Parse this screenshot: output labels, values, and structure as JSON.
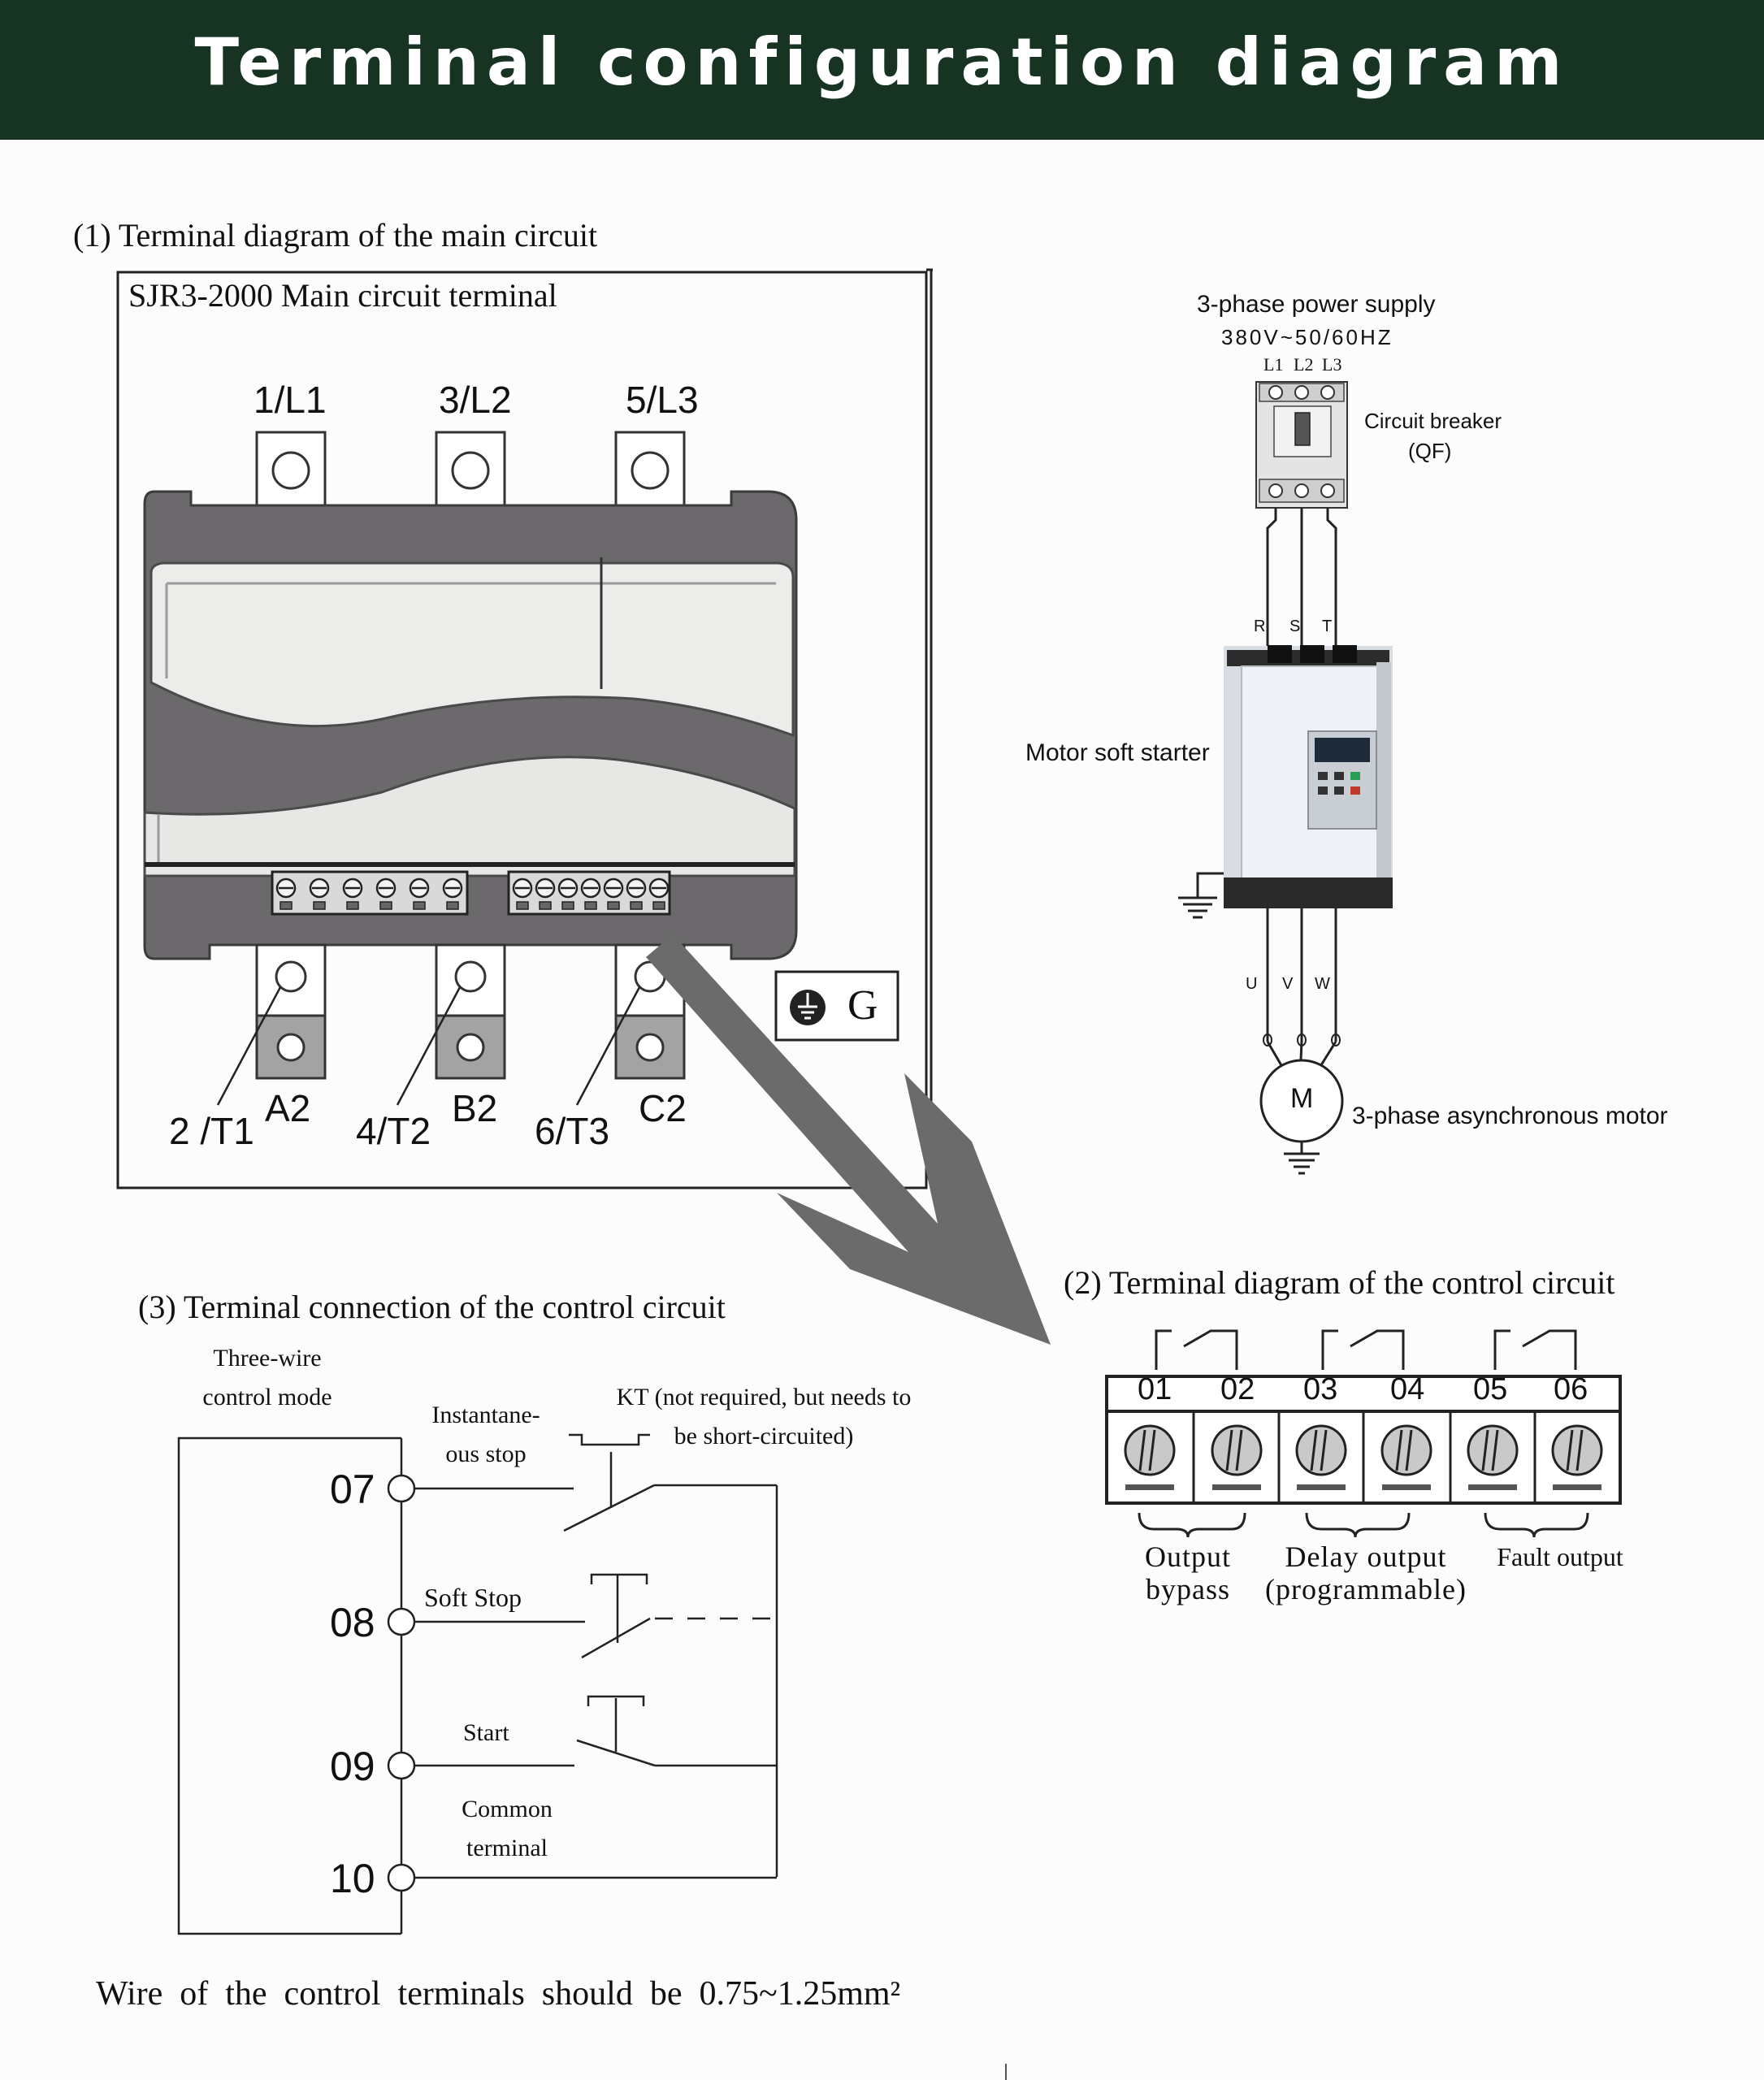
{
  "banner": {
    "title": "Terminal configuration diagram"
  },
  "main_circuit": {
    "heading": "(1) Terminal diagram of the main circuit",
    "box_title": "SJR3-2000 Main circuit terminal",
    "top_terminals": [
      "1/L1",
      "3/L2",
      "5/L3"
    ],
    "bottom_terminals": [
      "2 /T1",
      "4/T2",
      "6/T3"
    ],
    "bypass_terminals": [
      "A2",
      "B2",
      "C2"
    ],
    "ground_label": "G"
  },
  "wiring": {
    "supply_title": "3-phase power supply",
    "supply_voltage": "380V~50/60HZ",
    "supply_lines": [
      "L1",
      "L2",
      "L3"
    ],
    "breaker_label": "Circuit breaker",
    "breaker_code": "(QF)",
    "input_phases": [
      "R",
      "S",
      "T"
    ],
    "starter_label": "Motor soft starter",
    "output_phases": [
      "U",
      "V",
      "W"
    ],
    "motor_symbol": "M",
    "motor_label": "3-phase asynchronous motor"
  },
  "control_terminals": {
    "heading": "(2) Terminal diagram of the control circuit",
    "numbers": [
      "01",
      "02",
      "03",
      "04",
      "05",
      "06"
    ],
    "groups": [
      {
        "line1": "Output",
        "line2": "bypass"
      },
      {
        "line1": "Delay output",
        "line2": "(programmable)"
      },
      {
        "line1": "Fault output",
        "line2": ""
      }
    ]
  },
  "control_connection": {
    "heading": "(3)  Terminal connection of the control circuit",
    "mode_line1": "Three-wire",
    "mode_line2": "control mode",
    "instant_stop_line1": "Instantane-",
    "instant_stop_line2": "ous stop",
    "kt_line1": "KT (not required, but needs to",
    "kt_line2": "be short-circuited)",
    "soft_stop": "Soft Stop",
    "start": "Start",
    "common_line1": "Common",
    "common_line2": "terminal",
    "terminals": [
      "07",
      "08",
      "09",
      "10"
    ]
  },
  "footnote": "Wire  of  the  control  terminals  should  be  0.75~1.25mm²"
}
